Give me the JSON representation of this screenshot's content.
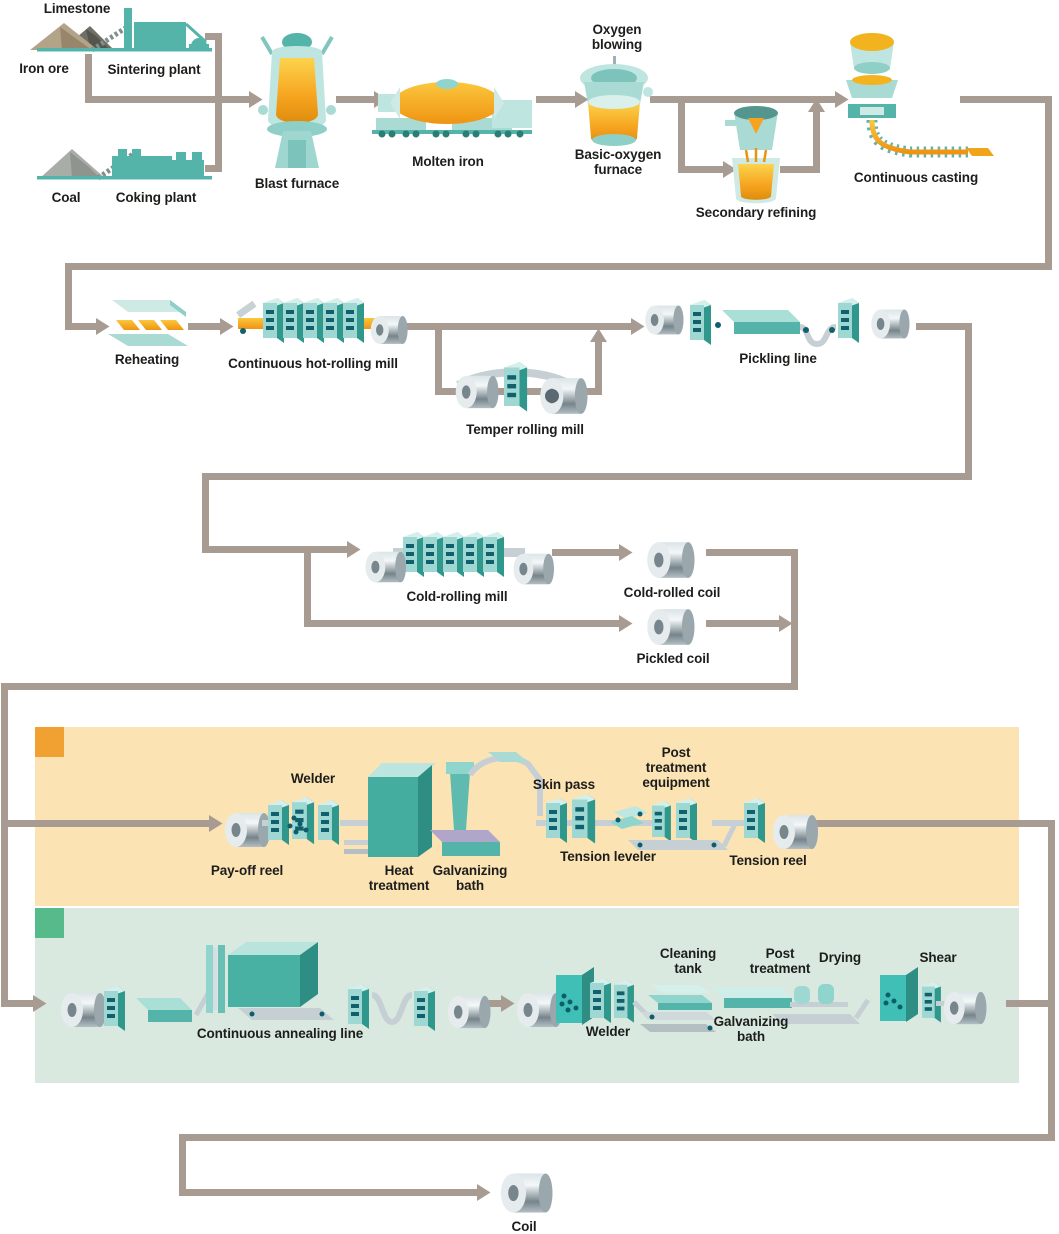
{
  "diagram": {
    "ironmaking": {
      "limestone": "Limestone",
      "iron_ore": "Iron ore",
      "sintering_plant": "Sintering plant",
      "coal": "Coal",
      "coking_plant": "Coking plant",
      "blast_furnace": "Blast furnace",
      "molten_iron": "Molten iron"
    },
    "steelmaking": {
      "oxygen_blowing": "Oxygen blowing",
      "basic_oxygen_furnace": "Basic-oxygen furnace",
      "secondary_refining": "Secondary refining",
      "continuous_casting": "Continuous casting"
    },
    "hot_rolling": {
      "reheating": "Reheating",
      "continuous_hot_rolling_mill": "Continuous hot-rolling mill",
      "temper_rolling_mill": "Temper rolling mill",
      "pickling_line": "Pickling line"
    },
    "cold_rolling": {
      "cold_rolling_mill": "Cold-rolling mill",
      "cold_rolled_coil": "Cold-rolled coil",
      "pickled_coil": "Pickled coil"
    },
    "galvanizing_line": {
      "pay_off_reel": "Pay-off reel",
      "welder": "Welder",
      "heat_treatment": "Heat treatment",
      "galvanizing_bath": "Galvanizing bath",
      "skin_pass": "Skin pass",
      "post_treatment_equipment": "Post treatment equipment",
      "tension_leveler": "Tension leveler",
      "tension_reel": "Tension reel"
    },
    "annealing_line": {
      "continuous_annealing_line": "Continuous annealing line",
      "welder": "Welder",
      "cleaning_tank": "Cleaning tank",
      "galvanizing_bath": "Galvanizing bath",
      "post_treatment": "Post treatment",
      "drying": "Drying",
      "shear": "Shear"
    },
    "output": {
      "coil": "Coil"
    },
    "colors": {
      "connector_line": "#a89c92",
      "machine_teal": "#54b4aa",
      "machine_teal_light": "#9fd8d2",
      "machine_teal_dark": "#2f978c",
      "molten_orange": "#f6a41f",
      "coil_gray": "#b9c3c8",
      "galvanizing_band": "#fbe3b4",
      "galvanizing_band_tab": "#f0a132",
      "annealing_band": "#d9e9df",
      "annealing_band_tab": "#56ba8b"
    }
  }
}
